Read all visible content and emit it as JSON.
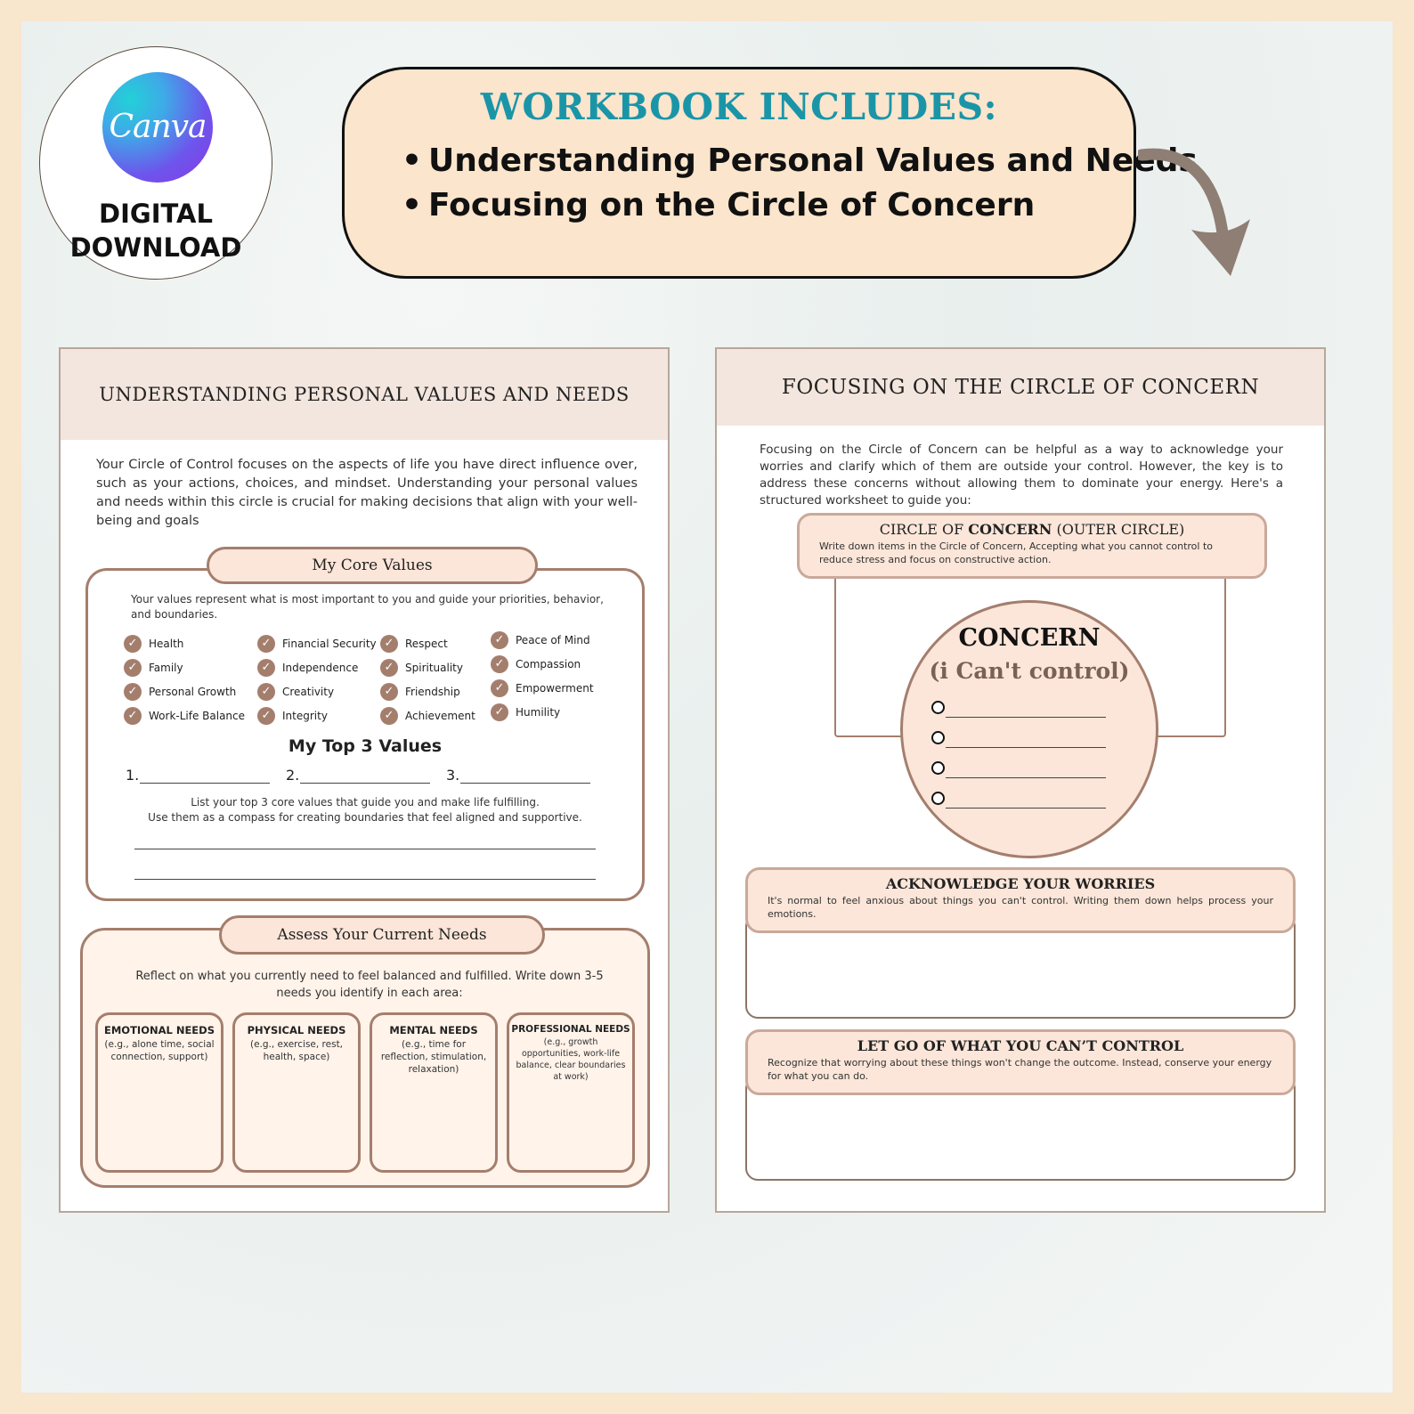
{
  "badge": {
    "logo": "Canva",
    "line1": "DIGITAL",
    "line2": "DOWNLOAD"
  },
  "banner": {
    "title": "WORKBOOK INCLUDES:",
    "items": [
      "Understanding Personal Values and Needs",
      "Focusing on the Circle of Concern"
    ],
    "arrow_icon": "curved-arrow-down-icon"
  },
  "colors": {
    "accent_brown": "#a47e6d",
    "title_teal": "#1a95a8",
    "banner_fill": "#fbe5cc",
    "pill_fill": "#fbe6d9"
  },
  "left_page": {
    "title": "UNDERSTANDING PERSONAL VALUES AND NEEDS",
    "intro": "Your Circle of Control focuses on the aspects of life you have direct influence over, such as your actions, choices, and mindset. Understanding your personal values and needs within this circle is crucial for making decisions that align with your well-being and goals",
    "core_values": {
      "title": "My Core Values",
      "description": "Your values represent what is most important to you and guide your priorities, behavior, and boundaries.",
      "columns": [
        [
          "Health",
          "Family",
          "Personal Growth",
          "Work-Life Balance"
        ],
        [
          "Financial Security",
          "Independence",
          "Creativity",
          "Integrity"
        ],
        [
          "Respect",
          "Spirituality",
          "Friendship",
          "Achievement"
        ],
        [
          "Peace of Mind",
          "Compassion",
          "Empowerment",
          "Humility"
        ]
      ],
      "check_icon": "check-circle-icon",
      "top3_title": "My Top 3 Values",
      "top3_numbers": [
        "1.",
        "2.",
        "3."
      ],
      "top3_note_1": "List your top 3 core values that guide you and make life fulfilling.",
      "top3_note_2": "Use them as a compass for creating boundaries that feel aligned and supportive."
    },
    "needs": {
      "title": "Assess Your Current Needs",
      "description": "Reflect on what you currently need to feel balanced and fulfilled. Write down 3-5 needs you identify in each area:",
      "boxes": [
        {
          "title": "EMOTIONAL NEEDS",
          "desc": "(e.g., alone time, social connection, support)"
        },
        {
          "title": "PHYSICAL NEEDS",
          "desc": "(e.g., exercise, rest, health, space)"
        },
        {
          "title": "MENTAL NEEDS",
          "desc": "(e.g., time for reflection, stimulation, relaxation)"
        },
        {
          "title": "PROFESSIONAL NEEDS",
          "desc": "(e.g., growth opportunities, work-life balance, clear boundaries at work)"
        }
      ]
    }
  },
  "right_page": {
    "title": "FOCUSING ON THE CIRCLE OF CONCERN",
    "intro": "Focusing on the Circle of Concern can be helpful as a way to acknowledge your worries and clarify which of them are outside your control. However, the key is to address these concerns without allowing them to dominate your energy. Here's a structured worksheet to guide you:",
    "outer_circle": {
      "title_prefix": "CIRCLE OF ",
      "title_bold": "CONCERN",
      "title_suffix": " (OUTER CIRCLE)",
      "desc": "Write down items in the Circle of Concern, Accepting what you cannot control to reduce stress and focus on constructive action."
    },
    "circle": {
      "title": "CONCERN",
      "subtitle": "(i Can't control)"
    },
    "acknowledge": {
      "title": "ACKNOWLEDGE YOUR WORRIES",
      "desc": "It's normal to feel anxious about things you can't control. Writing them down helps process your emotions."
    },
    "let_go": {
      "title": "LET GO OF WHAT YOU CAN’T CONTROL",
      "desc": "Recognize that worrying about these things won't change the outcome. Instead, conserve your energy for what you can do."
    }
  }
}
